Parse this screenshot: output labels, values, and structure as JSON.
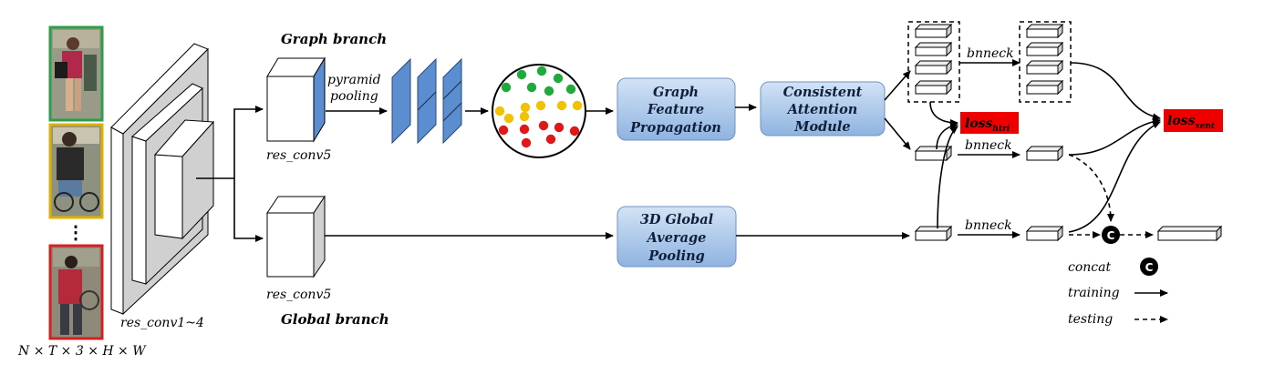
{
  "input": {
    "shape_label": "N × T × 3 × H × W",
    "ellipsis": "⋮",
    "frame_borders": [
      "#2e9e4a",
      "#e0b000",
      "#d42020"
    ]
  },
  "backbone": {
    "label": "res_conv1~4"
  },
  "graph_branch": {
    "title": "Graph branch",
    "res_label": "res_conv5",
    "pyramid_line1": "pyramid",
    "pyramid_line2": "pooling",
    "node_colors": [
      "#1faa3c",
      "#f2c200",
      "#e01818"
    ],
    "gfp_line1": "Graph",
    "gfp_line2": "Feature",
    "gfp_line3": "Propagation",
    "cam_line1": "Consistent",
    "cam_line2": "Attention",
    "cam_line3": "Module"
  },
  "global_branch": {
    "title": "Global branch",
    "res_label": "res_conv5",
    "gap_line1": "3D Global",
    "gap_line2": "Average",
    "gap_line3": "Pooling"
  },
  "heads": {
    "bnneck_label": "bnneck",
    "loss_htri_main": "loss",
    "loss_htri_sub": "htri",
    "loss_xent_main": "loss",
    "loss_xent_sub": "xent",
    "concat_symbol": "C"
  },
  "legend": {
    "concat": "concat",
    "training": "training",
    "testing": "testing"
  },
  "colors": {
    "accent_blue": "#5b8ed0",
    "box_fill_top": "#c9dcf2",
    "box_fill_bottom": "#8fb3e0",
    "loss_red": "#ee0000"
  }
}
